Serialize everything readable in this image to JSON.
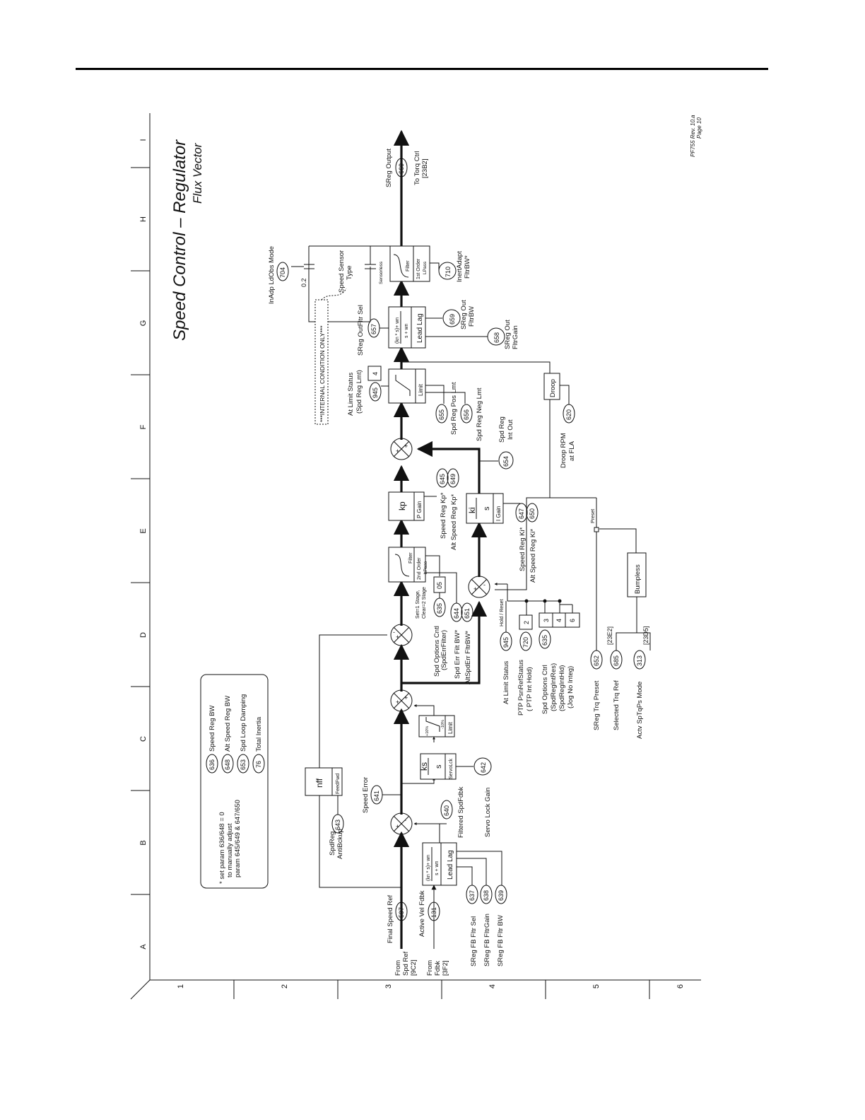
{
  "title": "Speed Control – Regulator",
  "subtitle": "Flux Vector",
  "revision": "PF755 Rev. 10.a",
  "page": "Page 10",
  "grid": {
    "letters": [
      "A",
      "B",
      "C",
      "D",
      "E",
      "F",
      "G",
      "H",
      "I"
    ],
    "numbers": [
      "1",
      "2",
      "3",
      "4",
      "5",
      "6"
    ]
  },
  "note": {
    "line1": "*  set param 636/648 = 0",
    "line2": "to manually adjust",
    "line3": "param 645/649 & 647/650",
    "params": [
      {
        "num": "636",
        "label": "Speed Reg BW"
      },
      {
        "num": "648",
        "label": "Alt Speed Reg BW"
      },
      {
        "num": "653",
        "label": "Spd Loop Damping"
      },
      {
        "num": "76",
        "label": "Total Inertia"
      }
    ]
  },
  "inputs": {
    "spd_ref_from": [
      "From",
      "Spd Ref",
      "[9C2]"
    ],
    "fdbk_from": [
      "From",
      "Fdbk",
      "[3F2]"
    ],
    "final_speed_ref": {
      "label": "Final Speed Ref",
      "num": "597"
    },
    "active_vel_fdbk": {
      "label": "Active Vel Fdbk",
      "num": "131"
    }
  },
  "fb_filter": {
    "box_label": "Lead Lag",
    "formula_num": "(kn * s)+ wn",
    "formula_den": "s + wn",
    "params": [
      {
        "num": "637",
        "label": "SReg FB Fltr Sel"
      },
      {
        "num": "638",
        "label": "SReg FB FltrGain"
      },
      {
        "num": "639",
        "label": "SReg FB Fltr BW"
      }
    ]
  },
  "feedforward": {
    "box": "nff",
    "sub": "FeedFwd",
    "param": {
      "num": "643",
      "label1": "SpdReg",
      "label2": "AntiBckup"
    }
  },
  "filtered_spdfdbk": {
    "num": "640",
    "label": "Filtered SpdFdbk"
  },
  "speed_error": {
    "num": "641",
    "label": "Speed Error"
  },
  "servo_lock": {
    "top": "ks",
    "bottom": "s",
    "sub": "ServoLck",
    "param": {
      "num": "642",
      "label": "Servo Lock Gain"
    }
  },
  "servo_limit": {
    "sub": "Limit",
    "pos": "+10%",
    "neg": "-10%"
  },
  "error_filter": {
    "box": "Filter",
    "order": "2nd Order",
    "type": "LPass",
    "set_label": "Set=1 Stage,",
    "clear_label": "Clear=2 Stage",
    "bit": "05",
    "params": [
      {
        "num": "635",
        "label": "Spd Options Cntl",
        "label2": "(SpdErrFilter)"
      },
      {
        "num": "644",
        "label": "Spd Err Filt BW*"
      },
      {
        "num": "651",
        "label": "AltSpdErr FltrBW*"
      }
    ]
  },
  "p_gain": {
    "box": "kp",
    "sub": "P Gain",
    "params": [
      {
        "num": "645",
        "label": "Speed Reg Kp*"
      },
      {
        "num": "649",
        "label": "Alt Speed Reg Kp*"
      }
    ]
  },
  "i_gain": {
    "top": "ki",
    "bottom": "s",
    "sub": "I Gain",
    "params": [
      {
        "num": "647",
        "label": "Speed Reg Ki*"
      },
      {
        "num": "650",
        "label": "Alt Speed Reg Ki*"
      }
    ],
    "int_out": {
      "num": "654",
      "label1": "Spd Reg",
      "label2": "Int Out"
    }
  },
  "hold_reset": {
    "label": "Hold / Reset",
    "at_limit": {
      "num": "945",
      "label": "At Limit Status"
    },
    "ptp": {
      "num": "720",
      "label1": "PTP PsnRefStatus",
      "label2": "( PTP Int Hold)",
      "bit": "2"
    },
    "spd_opt": {
      "num": "635",
      "label1": "Spd Options Ctrl",
      "label2": "(SpdRegIntRes)",
      "label3": "(SpdRegIntHld)",
      "label4": "(Jog No Integ)",
      "bits": [
        "3",
        "4",
        "6"
      ]
    }
  },
  "preset": {
    "label": "Preset",
    "bumpless": "Bumpless",
    "trq_preset": {
      "num": "652",
      "label": "SReg Trq Preset"
    },
    "selected_trq": {
      "num": "685",
      "label": "Selected Trq Ref",
      "ref": "[23E2]"
    },
    "mode": {
      "num": "313",
      "label": "Actv SpTqPs Mode",
      "ref": "[23D5]"
    }
  },
  "limit": {
    "sub": "Limit",
    "status": {
      "num": "945",
      "bit": "4",
      "label1": "At Limit Status",
      "label2": "(Spd Reg Lmt)"
    },
    "pos": {
      "num": "655",
      "label": "Spd Reg Pos Lmt"
    },
    "neg": {
      "num": "656",
      "label": "Spd Reg Neg Lmt"
    }
  },
  "droop": {
    "box": "Droop",
    "param": {
      "num": "620",
      "label1": "Droop RPM",
      "label2": "at FLA"
    }
  },
  "out_filter": {
    "box": "Lead Lag",
    "formula_num": "(kn * s)+ wn",
    "formula_den": "s + wn",
    "sel": {
      "num": "657",
      "label": "SReg OutFltr Sel"
    },
    "bw": {
      "num": "659",
      "label1": "SReg Out",
      "label2": "FltrBW"
    },
    "gain": {
      "num": "658",
      "label1": "SReg Out",
      "label2": "FltrGain"
    }
  },
  "internal_note": "***INTERNAL CONDITION ONLY***",
  "inert_filter": {
    "box": "Filter",
    "order": "1st Order",
    "type": "LPass",
    "sensorless": "Sensorless",
    "sensor_type": [
      "Speed Sensor",
      "Type"
    ],
    "ldobs": {
      "num": "704",
      "label": "InAdp LdObs Mode"
    },
    "gain_value": "0.2",
    "bw": {
      "num": "710",
      "label1": "InertAdapt",
      "label2": "FltrBW*"
    }
  },
  "output": {
    "num": "660",
    "label": "SReg Output",
    "to1": "To Torq Ctrl",
    "to2": "[23B2]"
  }
}
